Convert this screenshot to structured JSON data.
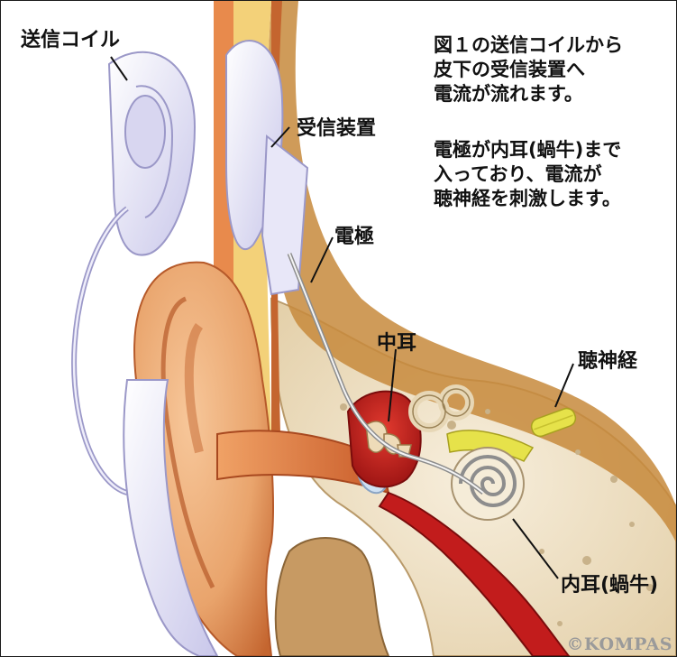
{
  "labels": {
    "transmitter_coil": "送信コイル",
    "receiver": "受信装置",
    "electrode": "電極",
    "middle_ear": "中耳",
    "auditory_nerve": "聴神経",
    "inner_ear": "内耳(蝸牛)"
  },
  "description": {
    "para1": [
      "図１の送信コイルから",
      "皮下の受信装置へ",
      "電流が流れます。"
    ],
    "para2": [
      "電極が内耳(蝸牛)まで",
      "入っており、電流が",
      "聴神経を刺激します。"
    ]
  },
  "credit": "©KOMPAS",
  "colors": {
    "skin": "#e9a46c",
    "skin_dark": "#c4652f",
    "bone": "#f1e4cc",
    "bone_spot": "#c8b28a",
    "fat": "#f3d179",
    "blood": "#c21c1c",
    "device": "#e4e3f5",
    "device_edge": "#9b98c8",
    "nerve": "#e6e24a",
    "tissue": "#c78a3c"
  }
}
